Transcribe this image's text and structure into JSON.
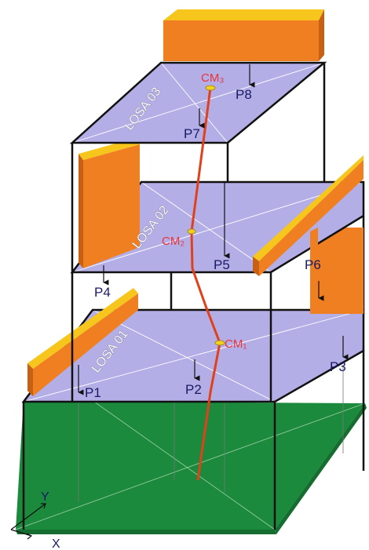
{
  "slabs": [
    {
      "id": "losa-01",
      "label": "LOSA 01"
    },
    {
      "id": "losa-02",
      "label": "LOSA 02"
    },
    {
      "id": "losa-03",
      "label": "LOSA 03"
    }
  ],
  "mass_centers": [
    {
      "id": "cm1",
      "label": "CM₁"
    },
    {
      "id": "cm2",
      "label": "CM₂"
    },
    {
      "id": "cm3",
      "label": "CM₃"
    }
  ],
  "loads": [
    {
      "id": "p1",
      "label": "P1"
    },
    {
      "id": "p2",
      "label": "P2"
    },
    {
      "id": "p3",
      "label": "P3"
    },
    {
      "id": "p4",
      "label": "P4"
    },
    {
      "id": "p5",
      "label": "P5"
    },
    {
      "id": "p6",
      "label": "P6"
    },
    {
      "id": "p7",
      "label": "P7"
    },
    {
      "id": "p8",
      "label": "P8"
    }
  ],
  "axes": {
    "x": "X",
    "y": "Y"
  },
  "colors": {
    "slab": "#b4aee6",
    "wall_side": "#f07f22",
    "wall_top": "#f6c61c",
    "ground": "#1b8a3c",
    "cm_path": "#e0401a",
    "frame": "#111111"
  }
}
